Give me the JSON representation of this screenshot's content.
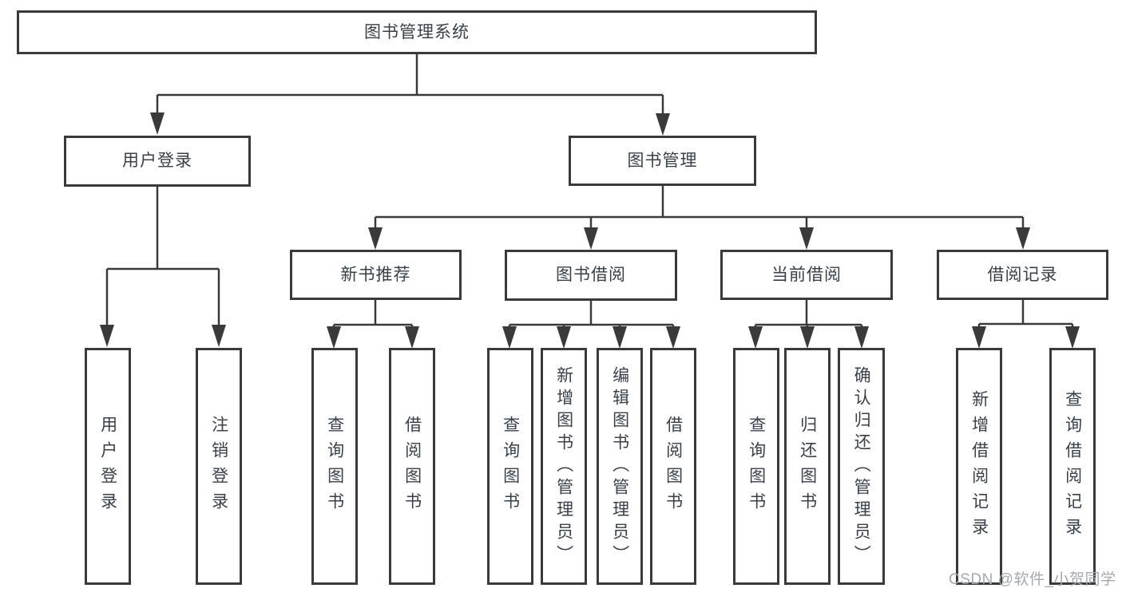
{
  "diagram_type": "hierarchy-tree",
  "hierarchy": {
    "label": "图书管理系统",
    "children": [
      {
        "label": "用户登录",
        "children": [
          {
            "label": "用户登录"
          },
          {
            "label": "注销登录"
          }
        ]
      },
      {
        "label": "图书管理",
        "children": [
          {
            "label": "新书推荐",
            "children": [
              {
                "label": "查询图书"
              },
              {
                "label": "借阅图书"
              }
            ]
          },
          {
            "label": "图书借阅",
            "children": [
              {
                "label": "查询图书"
              },
              {
                "label": "新增图书（管理员）"
              },
              {
                "label": "编辑图书（管理员）"
              },
              {
                "label": "借阅图书"
              }
            ]
          },
          {
            "label": "当前借阅",
            "children": [
              {
                "label": "查询图书"
              },
              {
                "label": "归还图书"
              },
              {
                "label": "确认归还（管理员）"
              }
            ]
          },
          {
            "label": "借阅记录",
            "children": [
              {
                "label": "新增借阅记录"
              },
              {
                "label": "查询借阅记录"
              }
            ]
          }
        ]
      }
    ]
  },
  "watermark": {
    "text": "CSDN @软件_小贺同学"
  },
  "colors": {
    "line": "#3a3a3a",
    "text": "#38404a",
    "box_background": "#ffffff",
    "watermark": "#a4a9ae"
  }
}
